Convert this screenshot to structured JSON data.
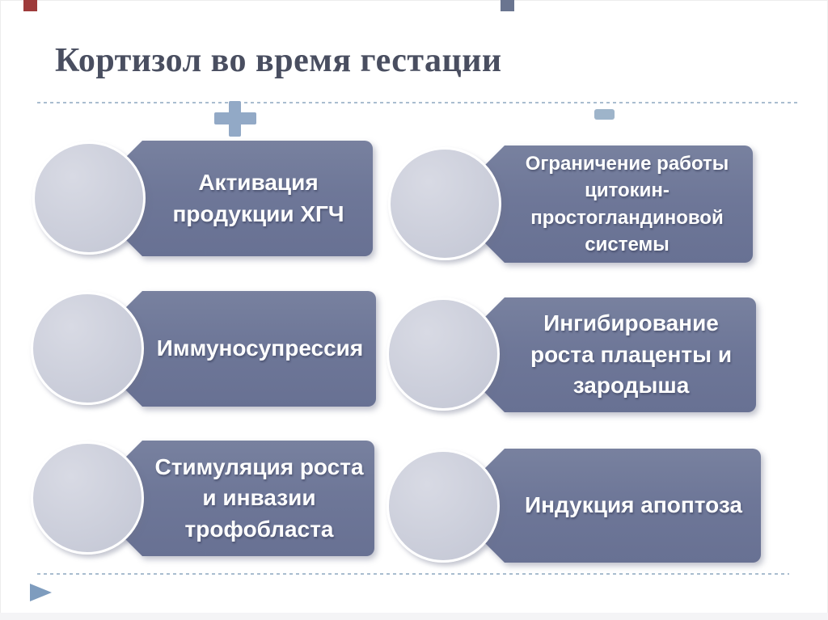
{
  "slide": {
    "title": "Кортизол во время гестации",
    "icons": {
      "plus": "plus-icon",
      "minus": "minus-icon",
      "nav": "triangle-next-icon"
    },
    "colors": {
      "box_fill": "#6F7899",
      "circle_fill": "#CACCD9",
      "title_color": "#494E60",
      "label_color": "#FFFFFF",
      "plus_color": "#92A9C6",
      "minus_color": "#9EB4CA",
      "dotted_line_color": "#A9BDCF",
      "red_square_color": "#9E3B3B",
      "gray_square_color": "#6A7590",
      "nav_triangle_color": "#7E9CBE"
    },
    "groups": [
      {
        "sign": "plus",
        "items": [
          {
            "label": "Активация\nпродукции ХГЧ"
          },
          {
            "label": "Иммуносупрессия"
          },
          {
            "label": "Стимуляция роста\nи инвазии\nтрофобласта"
          }
        ]
      },
      {
        "sign": "minus",
        "items": [
          {
            "label": "Ограничение работы\nцитокин-\nпростогландиновой\nсистемы"
          },
          {
            "label": "Ингибирование\nроста плаценты и\nзародыша"
          },
          {
            "label": "Индукция апоптоза"
          }
        ]
      }
    ]
  }
}
